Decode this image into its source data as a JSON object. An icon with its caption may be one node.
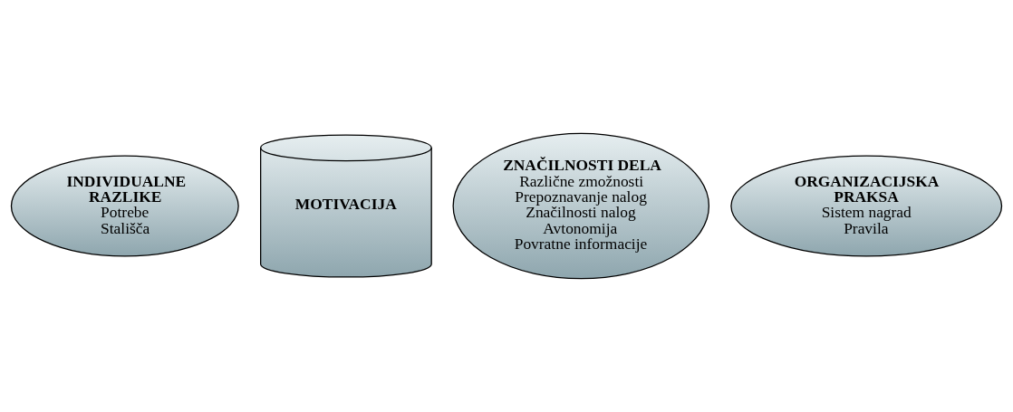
{
  "diagram": {
    "nodes": [
      {
        "text": [
          "MOTIVACIJA"
        ]
      },
      {
        "text": [
          "INDIVIDUALNE RAZLIKE",
          "Potrebe",
          "Stališča"
        ]
      },
      {
        "text": [
          "ZNAČILNOSTI DELA",
          "Različne zmožnosti",
          "Prepoznavanje nalog",
          "Značilnosti nalog",
          "Avtonomija",
          "Povratne informacije"
        ]
      },
      {
        "text": [
          "ORGANIZACIJSKA PRAKSA",
          "Sistem nagrad",
          "Pravila"
        ]
      }
    ]
  }
}
